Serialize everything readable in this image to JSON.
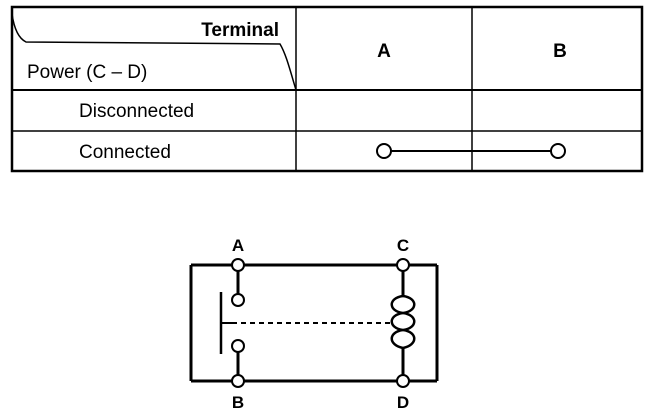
{
  "table": {
    "header": {
      "corner_top": "Terminal",
      "corner_bottom": "Power (C – D)",
      "col_a": "A",
      "col_b": "B"
    },
    "rows": [
      {
        "label": "Disconnected",
        "continuity": false
      },
      {
        "label": "Connected",
        "continuity": true
      }
    ]
  },
  "diagram": {
    "terminals": {
      "a": "A",
      "b": "B",
      "c": "C",
      "d": "D"
    }
  }
}
